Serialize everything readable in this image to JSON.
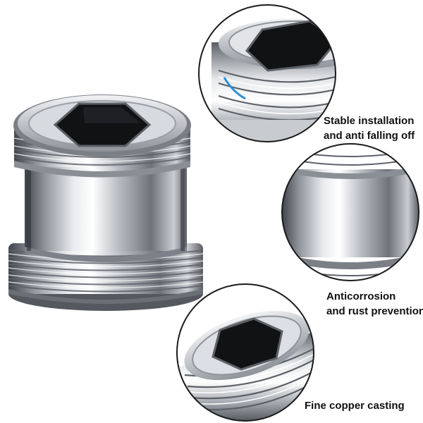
{
  "features": [
    {
      "line1": "Stable installation",
      "line2": "and anti falling off",
      "icon": "hex-socket-closeup"
    },
    {
      "line1": "Anticorrosion",
      "line2": "and rust prevention",
      "icon": "chrome-body-closeup"
    },
    {
      "line1": "Fine copper casting",
      "line2": "",
      "icon": "threaded-end-closeup"
    }
  ],
  "colors": {
    "chrome_dark": "#4a4e55",
    "chrome_mid": "#a9aeb5",
    "chrome_light": "#f4f5f7",
    "hex_black": "#111214",
    "circle_border": "#1a1a1a",
    "text": "#111111"
  }
}
